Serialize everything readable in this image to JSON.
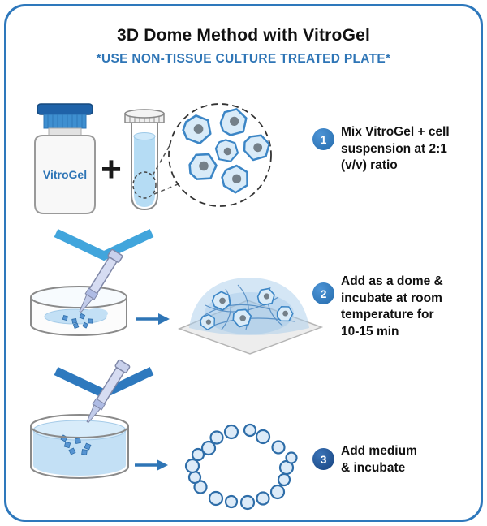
{
  "title": "3D Dome Method with VitroGel",
  "subtitle": "*USE NON-TISSUE CULTURE TREATED PLATE*",
  "vial": {
    "label": "VitroGel"
  },
  "plus_sign": "+",
  "steps": [
    {
      "num": "1",
      "text": "Mix VitroGel + cell\nsuspension at 2:1\n(v/v) ratio"
    },
    {
      "num": "2",
      "text": "Add as a dome &\nincubate at room\ntemperature for\n10-15 min"
    },
    {
      "num": "3",
      "text": "Add medium\n& incubate"
    }
  ],
  "colors": {
    "accent_blue": "#2E75B6",
    "title_color": "#111111",
    "chevron_light": "#41A5DC",
    "chevron_dark": "#2E79BE",
    "cell_fill": "#D9EBF8",
    "cell_stroke": "#3C86C6",
    "liquid_blue": "#C3E0F5",
    "badge_blue": "#2E75B6",
    "badge_3_blue": "#1F4E8C"
  }
}
